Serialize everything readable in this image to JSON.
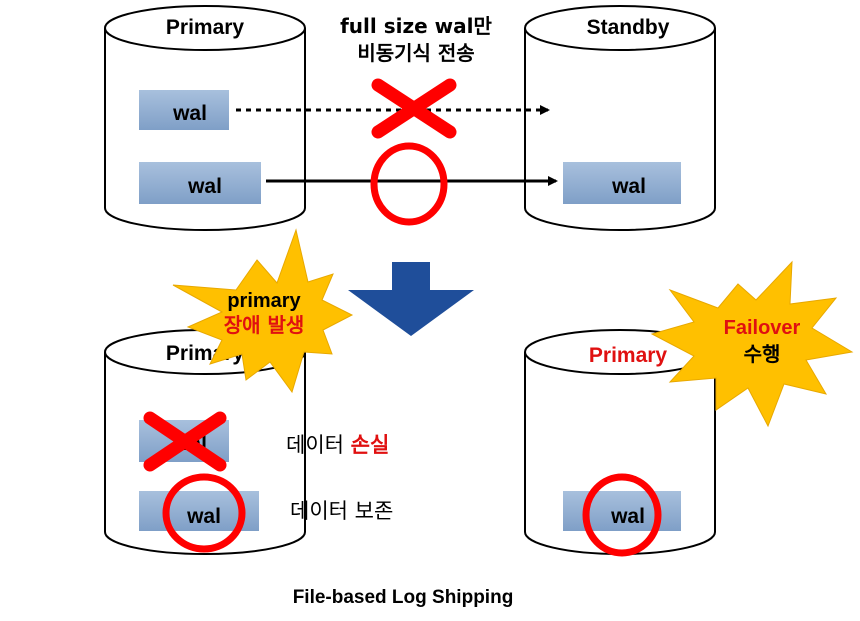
{
  "top": {
    "primary_label": "Primary",
    "standby_label": "Standby",
    "transfer_line1": "full size wal만",
    "transfer_line2": "비동기식 전송",
    "wal_upper": "wal",
    "wal_lower": "wal",
    "wal_standby": "wal"
  },
  "burst_left": {
    "line1": "primary",
    "line2": "장애 발생"
  },
  "bottom_left": {
    "label": "Primary",
    "wal_lost": "wal",
    "wal_kept": "wal",
    "lost_text_prefix": "데이터 ",
    "lost_text_highlight": "손실",
    "kept_text": "데이터 보존"
  },
  "bottom_right": {
    "label": "Primary",
    "wal": "wal"
  },
  "burst_right": {
    "line1": "Failover",
    "line2": "수행"
  },
  "caption": "File-based Log Shipping",
  "colors": {
    "wal_box": "#8eaacd",
    "mark_red": "#ff0000",
    "arrow_blue": "#1f4e9a",
    "burst_fill": "#ffc000",
    "highlight_red": "#e01010"
  }
}
